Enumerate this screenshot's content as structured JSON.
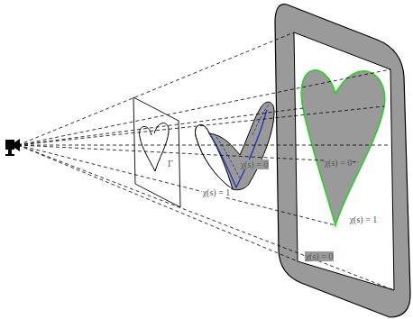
{
  "diagram": {
    "labels": [
      "Γ",
      "χ(s) = 1",
      "χ(s) = 0",
      "χ(s) = 0",
      "χ(s) = 1",
      "χ(s) = 0"
    ]
  }
}
